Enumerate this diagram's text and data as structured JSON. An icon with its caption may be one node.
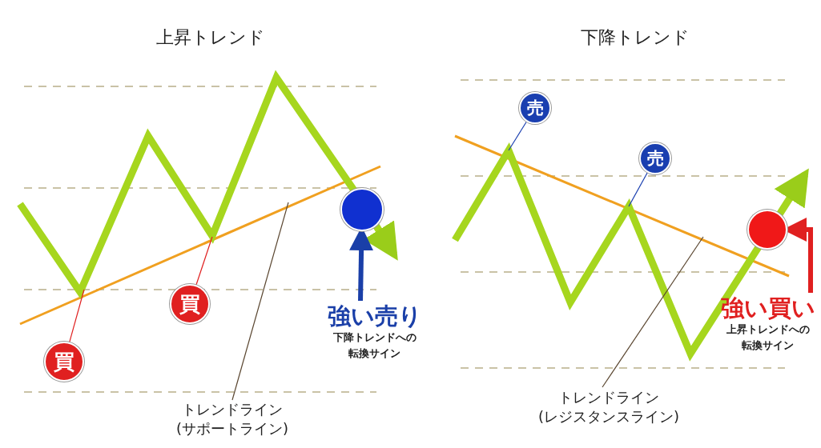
{
  "diagram": {
    "nodes": [
      {
        "text": [
          "買"
        ]
      },
      {
        "text": [
          "買"
        ]
      },
      {
        "text": [],
        "shape": "circle"
      },
      {
        "text": [
          "強い売り",
          "下降トレンドへの転換サイン"
        ]
      },
      {
        "text": [
          "トレンドライン (サポートライン)"
        ]
      },
      {
        "text": [
          "売"
        ]
      },
      {
        "text": [
          "売"
        ]
      },
      {
        "text": [],
        "shape": "circle"
      },
      {
        "text": [
          "強い買い",
          "上昇トレンドへの転換サイン"
        ]
      },
      {
        "text": [
          "トレンドライン (レジスタンスライン)"
        ]
      }
    ],
    "edges": [
      {
        "from": 0,
        "to": null,
        "arrow": "none",
        "color": "#e02020"
      },
      {
        "from": 1,
        "to": null,
        "arrow": "none",
        "color": "#e02020"
      },
      {
        "from": 3,
        "to": 2,
        "arrow": "to",
        "style": "thick",
        "color": "#1a3fa8"
      },
      {
        "from": 4,
        "to": null,
        "arrow": "none",
        "color": "#5a4630"
      },
      {
        "from": 5,
        "to": null,
        "arrow": "none",
        "color": "#1a3fb0"
      },
      {
        "from": 6,
        "to": null,
        "arrow": "none",
        "color": "#1a3fb0"
      },
      {
        "from": 8,
        "to": 7,
        "arrow": "to",
        "style": "thick",
        "color": "#e02020"
      },
      {
        "from": 9,
        "to": null,
        "arrow": "none",
        "color": "#5a4630"
      }
    ],
    "labels": [
      "上昇トレンド",
      "下降トレンド"
    ]
  }
}
